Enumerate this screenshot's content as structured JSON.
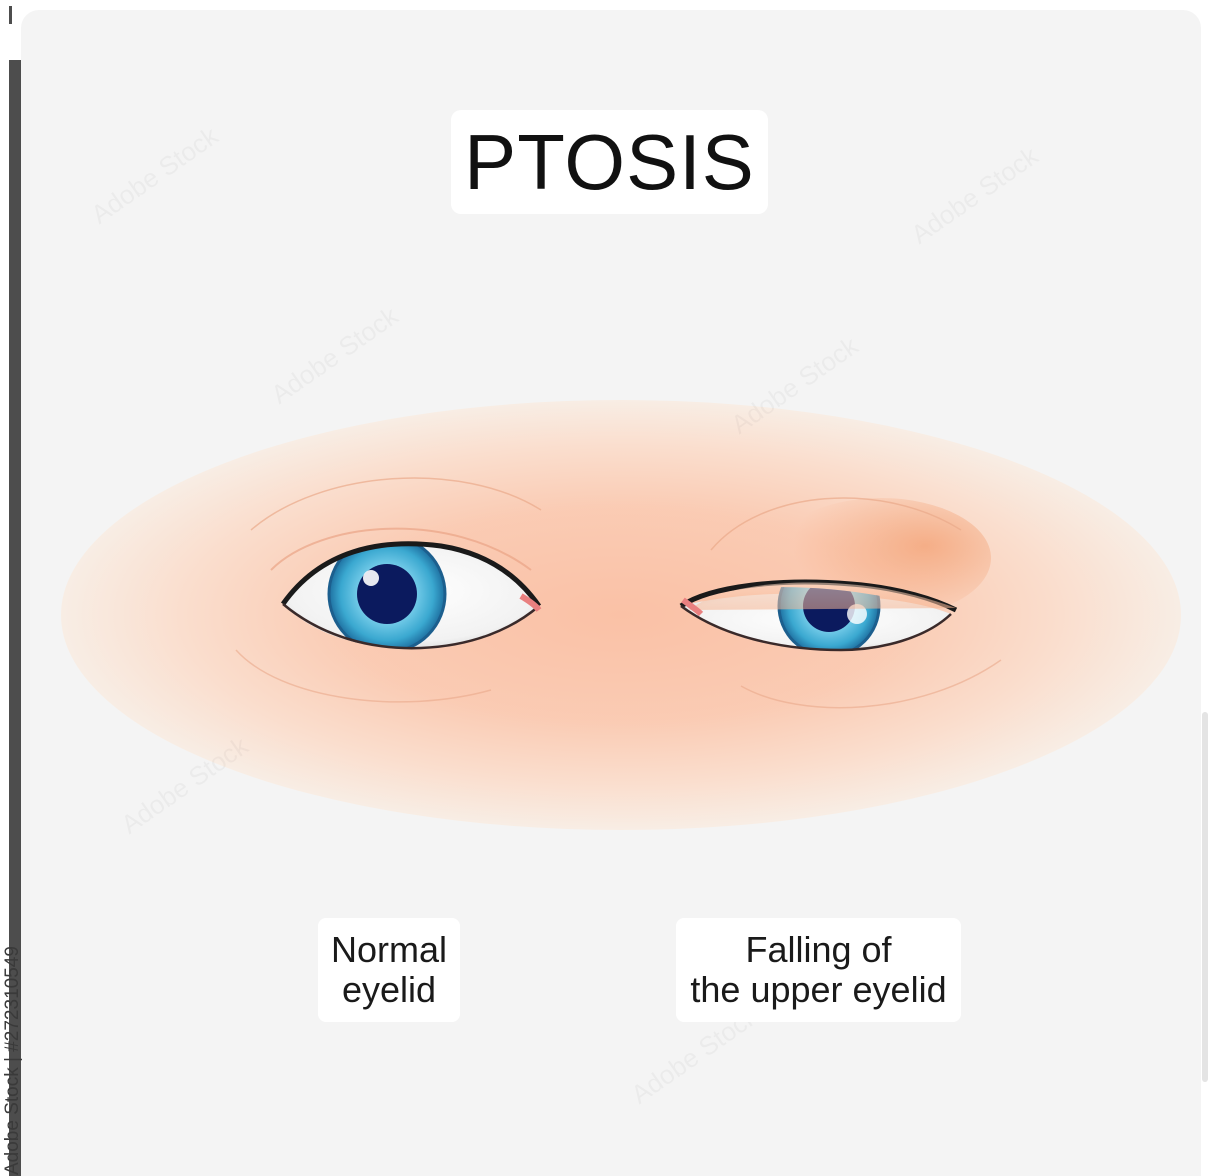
{
  "title": "PTOSIS",
  "labels": {
    "normal": [
      "Normal",
      "eyelid"
    ],
    "ptosis": [
      "Falling of",
      "the upper eyelid"
    ]
  },
  "watermark_side": "Adobe Stock | #272310549",
  "watermark_tile": "Adobe Stock",
  "colors": {
    "background": "#f4f4f4",
    "skin_glow": "#fac1a6",
    "iris": "#3aa8d0",
    "pupil": "#0b1a5e",
    "title_text": "#111111"
  }
}
